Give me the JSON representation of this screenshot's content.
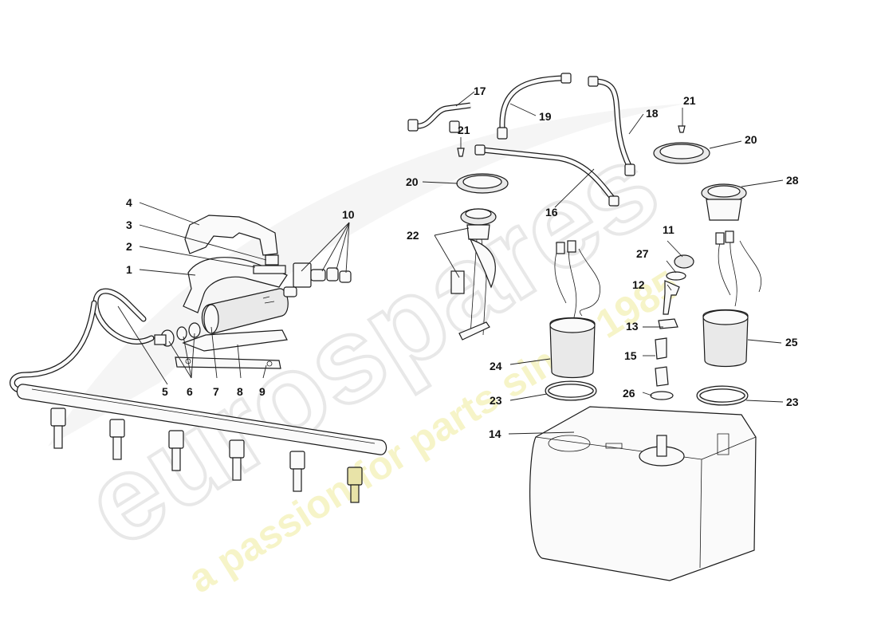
{
  "watermark": {
    "brand": "eurospares",
    "tagline": "a passion for parts since 1985"
  },
  "callouts": [
    "1",
    "2",
    "3",
    "4",
    "5",
    "6",
    "7",
    "8",
    "9",
    "10",
    "11",
    "12",
    "13",
    "14",
    "15",
    "16",
    "17",
    "18",
    "19",
    "20",
    "20",
    "21",
    "21",
    "22",
    "23",
    "23",
    "24",
    "25",
    "26",
    "27",
    "28"
  ]
}
